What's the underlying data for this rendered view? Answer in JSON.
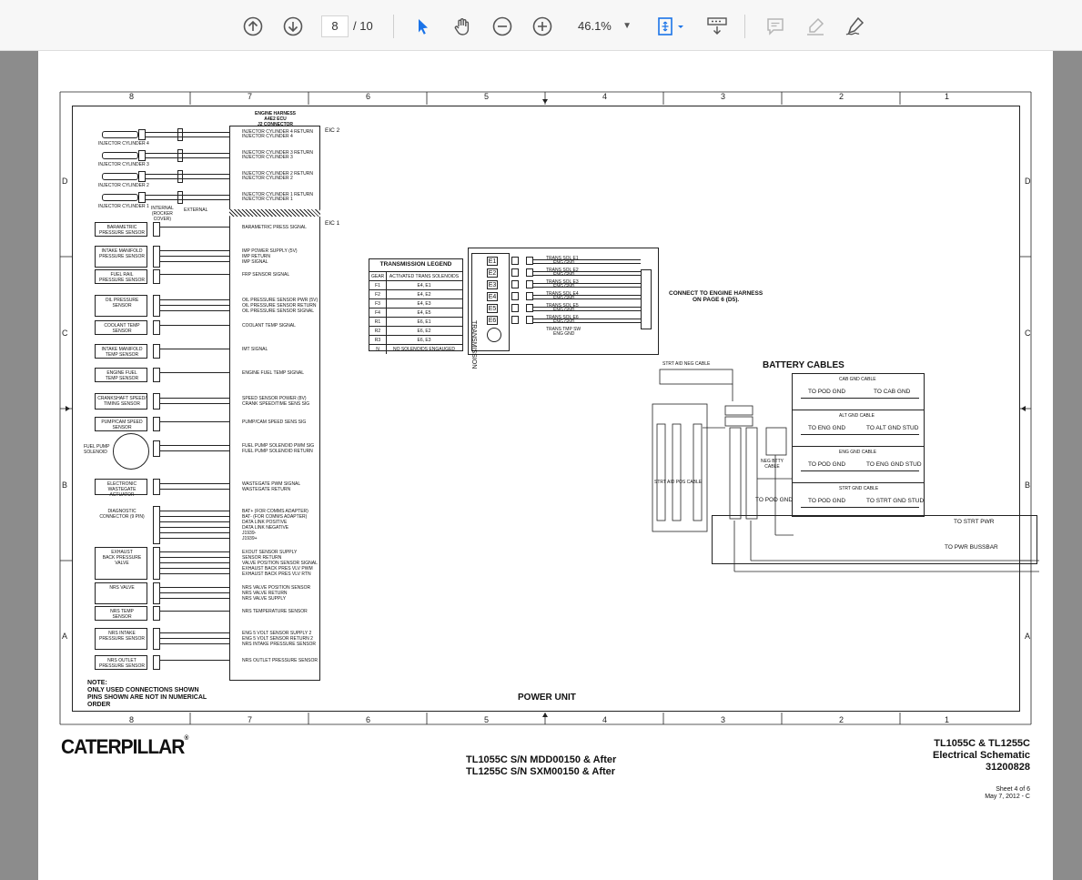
{
  "toolbar": {
    "page_current": "8",
    "page_total": "/ 10",
    "zoom": "46.1%",
    "buttons": [
      "scroll-up",
      "scroll-down",
      "select-tool",
      "hand-tool",
      "zoom-out",
      "zoom-in",
      "fit-page",
      "download",
      "comment",
      "highlight",
      "sign"
    ]
  },
  "document": {
    "grid_columns": [
      "8",
      "7",
      "6",
      "5",
      "4",
      "3",
      "2",
      "1"
    ],
    "grid_rows": [
      "D",
      "C",
      "B",
      "A"
    ],
    "harness_header": "ENGINE HARNESS\nA4E2 ECU\nJ2 CONNECTOR",
    "eic2": "EIC 2",
    "eic1": "EIC 1",
    "injectors": [
      "INJECTOR CYLINDER 4",
      "INJECTOR CYLINDER 3",
      "INJECTOR CYLINDER 2",
      "INJECTOR CYLINDER 1"
    ],
    "injector_signals": [
      [
        "INJECTOR CYLINDER 4 RETURN",
        "INJECTOR CYLINDER 4"
      ],
      [
        "INJECTOR CYLINDER 3 RETURN",
        "INJECTOR CYLINDER 3"
      ],
      [
        "INJECTOR CYLINDER 2 RETURN",
        "INJECTOR CYLINDER 2"
      ],
      [
        "INJECTOR CYLINDER 1 RETURN",
        "INJECTOR CYLINDER 1"
      ]
    ],
    "internal_label": "INTERNAL\n(ROCKER\nCOVER)",
    "external_label": "EXTERNAL",
    "sensors": [
      {
        "name": "BARAMETRIC\nPRESSURE SENSOR",
        "signals": [
          "BARAMETRIC PRESS SIGNAL"
        ]
      },
      {
        "name": "INTAKE MANIFOLD\nPRESSURE SENSOR",
        "signals": [
          "IMP POWER SUPPLY (5V)",
          "IMP RETURN",
          "IMP SIGNAL"
        ]
      },
      {
        "name": "FUEL RAIL\nPRESSURE SENSOR",
        "signals": [
          "FRP SENSOR SIGNAL"
        ]
      },
      {
        "name": "OIL PRESSURE\nSENSOR",
        "signals": [
          "OIL PRESSURE SENSOR PWR (5V)",
          "OIL PRESSURE SENSOR RETURN",
          "OIL PRESSURE SENSOR SIGNAL"
        ]
      },
      {
        "name": "COOLANT TEMP\nSENSOR",
        "signals": [
          "COOLANT TEMP SIGNAL"
        ]
      },
      {
        "name": "INTAKE MANIFOLD\nTEMP SENSOR",
        "signals": [
          "IMT SIGNAL"
        ]
      },
      {
        "name": "ENGINE FUEL\nTEMP SENSOR",
        "signals": [
          "ENGINE FUEL TEMP SIGNAL"
        ]
      },
      {
        "name": "CRANKSHAFT SPEED/\nTIMING SENSOR",
        "signals": [
          "SPEED SENSOR POWER (8V)",
          "CRANK SPEED/TIME SENS SIG"
        ]
      },
      {
        "name": "PUMP/CAM SPEED\nSENSOR",
        "signals": [
          "PUMP/CAM SPEED SENS SIG"
        ]
      },
      {
        "name": "FUEL PUMP\nSOLENOID",
        "signals": [
          "FUEL PUMP SOLENOID PWM SIG",
          "FUEL PUMP SOLENOID RETURN"
        ]
      },
      {
        "name": "ELECTRONIC\nWASTEGATE\nACTUATOR",
        "signals": [
          "WASTEGATE PWM SIGNAL",
          "WASTEGATE RETURN"
        ]
      },
      {
        "name": "DIAGNOSTIC\nCONNECTOR (9 PIN)",
        "signals": [
          "BAT+ (FOR COMMS ADAPTER)",
          "BAT- (FOR COMMS ADAPTER)",
          "DATA LINK POSITIVE",
          "DATA LINK NEGATIVE",
          "J1939-",
          "J1939+"
        ]
      },
      {
        "name": "EXHAUST\nBACK PRESSURE\nVALVE",
        "signals": [
          "EXOUT SENSOR SUPPLY",
          "SENSOR RETURN",
          "VALVE POSITION SENSOR SIGNAL",
          "EXHAUST BACK PRES VLV PWM",
          "EXHAUST BACK PRES VLV RTN"
        ]
      },
      {
        "name": "NRS VALVE",
        "signals": [
          "NRS VALVE POSITION SENSOR",
          "NRS VALVE RETURN",
          "NRS VALVE SUPPLY"
        ]
      },
      {
        "name": "NRS TEMP\nSENSOR",
        "signals": [
          "NRS TEMPERATURE SENSOR"
        ]
      },
      {
        "name": "NRS INTAKE\nPRESSURE SENSOR",
        "signals": [
          "ENG 5 VOLT SENSOR SUPPLY 2",
          "ENG 5 VOLT SENSOR RETURN 2",
          "NRS INTAKE PRESSURE SENSOR"
        ]
      },
      {
        "name": "NRS OUTLET\nPRESSURE SENSOR",
        "signals": [
          "NRS OUTLET PRESSURE SENSOR"
        ]
      }
    ],
    "legend": {
      "title": "TRANSMISSION LEGEND",
      "head": [
        "GEAR",
        "ACTIVATED TRANS SOLENOIDS"
      ],
      "rows": [
        [
          "F1",
          "E4, E1"
        ],
        [
          "F2",
          "E4, E2"
        ],
        [
          "F3",
          "E4, E3"
        ],
        [
          "F4",
          "E4, E5"
        ],
        [
          "R1",
          "E6, E1"
        ],
        [
          "R2",
          "E6, E2"
        ],
        [
          "R3",
          "E6, E3"
        ],
        [
          "N",
          "NO SOLENOIDS ENGAUGED"
        ]
      ]
    },
    "transmission_label": "TRANSMISSION",
    "solenoids": [
      "E1",
      "E2",
      "E3",
      "E4",
      "E5",
      "E6"
    ],
    "trans_signals": [
      "TRANS SOL E1",
      "ENG GND",
      "TRANS SOL E2",
      "ENG GND",
      "TRANS SOL E3",
      "ENG GND",
      "TRANS SOL E4",
      "ENG GND",
      "TRANS SOL E5",
      "ENG GND",
      "TRANS SOL E6",
      "ENG GND",
      "TRANS TMP SW",
      "ENG GND"
    ],
    "connect_note": "CONNECT TO ENGINE HARNESS\nON PAGE 6 (D5).",
    "battery_title": "BATTERY CABLES",
    "strt_aid_neg": "STRT AID NEG CABLE",
    "strt_aid_pos": "STRT AID POS CABLE",
    "neg_btty": "NEG BTTY\nCABLE",
    "cables": [
      {
        "title": "CAB GND CABLE",
        "left": "TO POD GND",
        "right": "TO CAB GND"
      },
      {
        "title": "ALT GND CABLE",
        "left": "TO ENG GND",
        "right": "TO ALT GND STUD"
      },
      {
        "title": "ENG GND CABLE",
        "left": "TO POD GND",
        "right": "TO ENG GND STUD"
      },
      {
        "title": "STRT GND CABLE",
        "left": "TO POD GND",
        "right": "TO STRT GND STUD"
      }
    ],
    "to_pod_gnd": "TO POD GND",
    "to_strt_pwr": "TO STRT PWR",
    "to_pwr_bussbar": "TO PWR BUSSBAR",
    "note": "NOTE:\nONLY USED CONNECTIONS SHOWN\nPINS SHOWN ARE NOT IN NUMERICAL\nORDER",
    "power_unit": "POWER UNIT",
    "brand": "CATERPILLAR",
    "model_line1": "TL1055C S/N MDD00150 & After",
    "model_line2": "TL1255C S/N SXM00150 & After",
    "title_line1": "TL1055C & TL1255C",
    "title_line2": "Electrical Schematic",
    "title_line3": "31200828",
    "sheet": "Sheet 4 of 6",
    "date": "May 7, 2012 - C"
  },
  "colors": {
    "toolbar_icon": "#555555",
    "accent": "#1a73e8",
    "disabled": "#b5b5b5",
    "viewer_bg": "#8c8c8c"
  }
}
